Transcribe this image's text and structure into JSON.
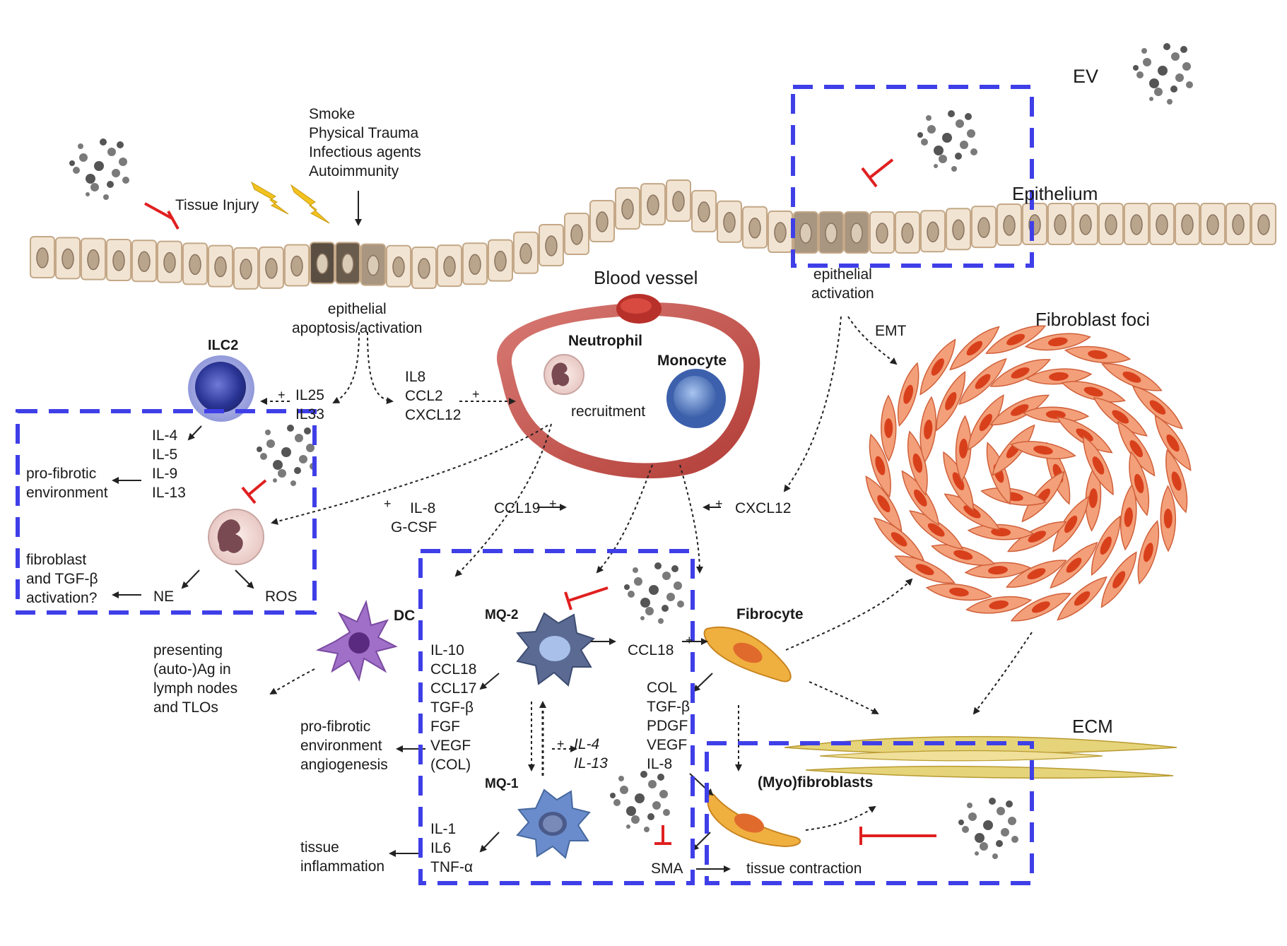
{
  "legend": {
    "ev": "EV"
  },
  "regions": {
    "epithelium": "Epithelium",
    "blood_vessel": "Blood vessel",
    "fibroblast_foci": "Fibroblast foci",
    "ecm": "ECM"
  },
  "triggers": [
    "Smoke",
    "Physical Trauma",
    "Infectious agents",
    "Autoimmunity"
  ],
  "tissue_injury": "Tissue Injury",
  "epithelial_left": [
    "epithelial",
    "apoptosis/activation"
  ],
  "epithelial_right": [
    "epithelial",
    "activation"
  ],
  "emt": "EMT",
  "cells": {
    "ilc2": "ILC2",
    "neutrophil": "Neutrophil",
    "monocyte": "Monocyte",
    "recruitment": "recruitment",
    "dc": "DC",
    "mq2": "MQ-2",
    "mq1": "MQ-1",
    "fibrocyte": "Fibrocyte",
    "myofibroblasts": "(Myo)fibroblasts"
  },
  "mediators": {
    "il25_il33": [
      "IL25",
      "IL33"
    ],
    "il8_ccl2": [
      "IL8",
      "CCL2",
      "CXCL12"
    ],
    "ilc2_cytokines": [
      "IL-4",
      "IL-5",
      "IL-9",
      "IL-13"
    ],
    "il8_gcsf": [
      "IL-8",
      "G-CSF"
    ],
    "ccl19": "CCL19",
    "cxcl12": "CXCL12",
    "ne": "NE",
    "ros": "ROS",
    "mq2_factors": [
      "IL-10",
      "CCL18",
      "CCL17",
      "TGF-β",
      "FGF",
      "VEGF",
      "(COL)"
    ],
    "ccl18": "CCL18",
    "il4_il13": [
      "IL-4",
      "IL-13"
    ],
    "mq1_factors": [
      "IL-1",
      "IL6",
      "TNF-α"
    ],
    "fibrocyte_factors": [
      "COL",
      "TGF-β",
      "PDGF",
      "VEGF",
      "IL-8"
    ],
    "sma": "SMA"
  },
  "outcomes": {
    "pro_fibrotic_env": [
      "pro-fibrotic",
      "environment"
    ],
    "fibroblast_tgf": [
      "fibroblast",
      "and TGF-β",
      "activation?"
    ],
    "presenting": [
      "presenting",
      "(auto-)Ag in",
      "lymph nodes",
      "and TLOs"
    ],
    "pro_fibrotic_angio": [
      "pro-fibrotic",
      "environment",
      "angiogenesis"
    ],
    "tissue_inflammation": [
      "tissue",
      "inflammation"
    ],
    "tissue_contraction": "tissue contraction"
  },
  "plus_sign": "+",
  "colors": {
    "dashed_box": "#3f3fe8",
    "inhibition": "#e02020",
    "ev_particle": "#6e6e6e",
    "epithelial_cell": "#f2e4d2",
    "blood_vessel": "#c8504a",
    "fibroblast": "#e8784a",
    "fibrocyte": "#f0b040",
    "ecm_fiber": "#e6d47a",
    "ilc2": "#4a55b0",
    "monocyte": "#4a70c0",
    "macrophage_m2": "#5a6a90",
    "macrophage_m1": "#6a8ac8",
    "dc": "#8a5ab0",
    "lightning": "#f0c020"
  }
}
